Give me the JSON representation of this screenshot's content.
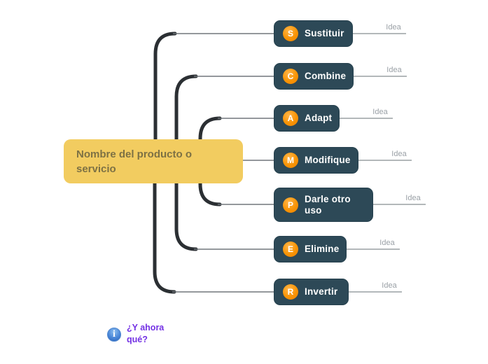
{
  "center_node": {
    "label": "Nombre del producto o servicio"
  },
  "branches": [
    {
      "letter": "S",
      "label": "Sustituir",
      "idea_label": "Idea"
    },
    {
      "letter": "C",
      "label": "Combine",
      "idea_label": "Idea"
    },
    {
      "letter": "A",
      "label": "Adapt",
      "idea_label": "Idea"
    },
    {
      "letter": "M",
      "label": "Modifique",
      "idea_label": "Idea"
    },
    {
      "letter": "P",
      "label": "Darle otro uso",
      "idea_label": "Idea"
    },
    {
      "letter": "E",
      "label": "Elimine",
      "idea_label": "Idea"
    },
    {
      "letter": "R",
      "label": "Invertir",
      "idea_label": "Idea"
    }
  ],
  "footer_note": {
    "icon_glyph": "i",
    "label": "¿Y ahora qué?"
  },
  "colors": {
    "canvas_bg": "#ffffff",
    "child_node_bg": "#2d4957",
    "child_node_text": "#ffffff",
    "letter_badge_orange": "#f89406",
    "center_node_bg": "#f2cc60",
    "center_node_text": "#7d7144",
    "branch_trunk": "#2b2f33",
    "branch_thin_line": "#70767b",
    "idea_line": "#9aa0a4",
    "idea_text": "#9aa0a6",
    "footer_text_purple": "#7331e4",
    "info_icon_blue": "#4a87d8"
  }
}
